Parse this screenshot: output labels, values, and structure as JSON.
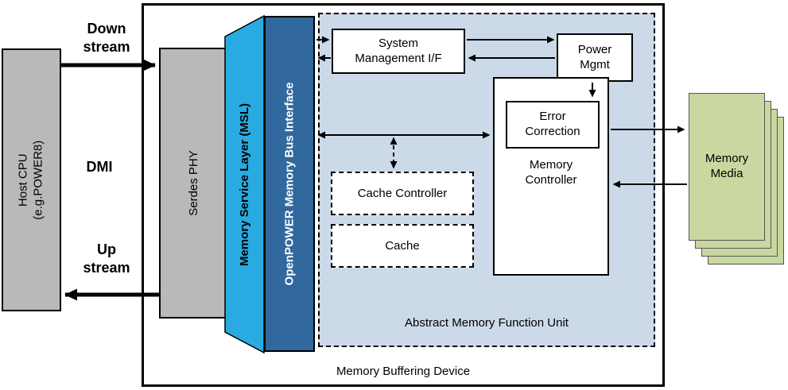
{
  "colors": {
    "gray_box": "#b9b9b9",
    "msl_cyan": "#29abe2",
    "opmb_blue": "#31689e",
    "amfu_background": "#ccd9e8",
    "media_green": "#c8d8a0",
    "line_black": "#000000"
  },
  "labels": {
    "downstream": "Down\nstream",
    "dmi": "DMI",
    "upstream": "Up\nstream",
    "host_cpu": "Host CPU\n(e.g.POWER8)",
    "serdes_phy": "Serdes PHY",
    "msl": "Memory Service Layer (MSL)",
    "opmb": "OpenPOWER Memory Bus Interface",
    "sys_mgmt": "System\nManagement I/F",
    "power_mgmt": "Power\nMgmt",
    "error_correction": "Error\nCorrection",
    "memory_controller": "Memory\nController",
    "cache_controller": "Cache Controller",
    "cache": "Cache",
    "amfu": "Abstract Memory Function Unit",
    "device": "Memory Buffering Device",
    "memory_media": "Memory\nMedia"
  }
}
